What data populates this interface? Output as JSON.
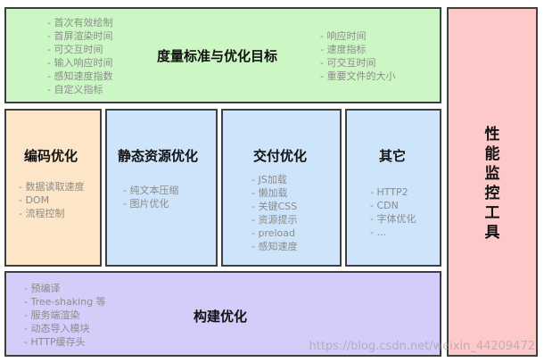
{
  "top": {
    "title": "度量标准与优化目标",
    "left_items": [
      "- 首次有效绘制",
      "- 首屏渲染时间",
      "- 可交互时间",
      "- 输入响应时间",
      "- 感知速度指数",
      "- 自定义指标"
    ],
    "right_items": [
      "- 响应时间",
      "- 速度指标",
      "- 可交互时间",
      "- 重要文件的大小"
    ]
  },
  "code": {
    "title": "编码优化",
    "items": [
      "- 数据读取速度",
      "- DOM",
      "- 流程控制"
    ]
  },
  "static": {
    "title": "静态资源优化",
    "items": [
      "- 纯文本压缩",
      "- 图片优化"
    ]
  },
  "deliver": {
    "title": "交付优化",
    "items": [
      "- JS加载",
      "- 懒加载",
      "- 关键CSS",
      "- 资源提示",
      "- preload",
      "- 感知速度"
    ]
  },
  "other": {
    "title": "其它",
    "items": [
      "- HTTP2",
      "- CDN",
      "- 字体优化",
      "- ..."
    ]
  },
  "build": {
    "title": "构建优化",
    "items": [
      "- 预编译",
      "- Tree-shaking 等",
      "- 服务端渲染",
      "- 动态导入模块",
      "- HTTP缓存头"
    ]
  },
  "monitor": {
    "title_chars": [
      "性",
      "能",
      "监",
      "控",
      "工",
      "具"
    ]
  },
  "watermark": "https://blog.csdn.net/weixin_44209472"
}
